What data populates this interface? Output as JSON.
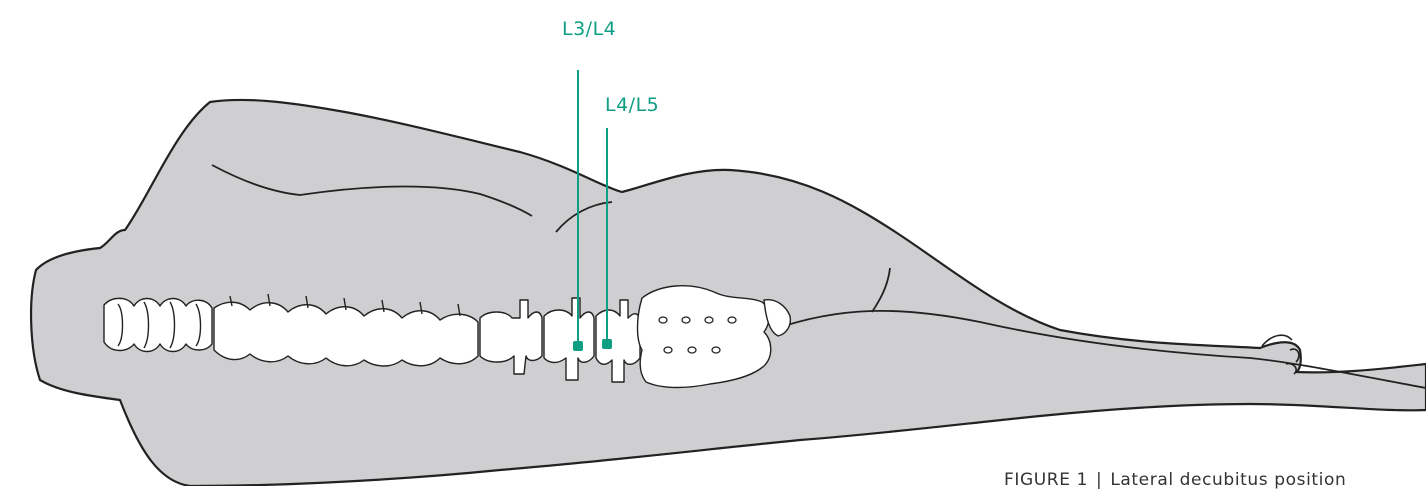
{
  "colors": {
    "body_fill": "#cfcfd1",
    "outline": "#222222",
    "bone_fill": "#ffffff",
    "accent": "#0e9e84",
    "caption_text": "#333333"
  },
  "markers": {
    "l3l4": {
      "label": "L3/L4"
    },
    "l4l5": {
      "label": "L4/L5"
    }
  },
  "caption": {
    "figure_label": "FIGURE 1",
    "separator": "|",
    "text": "Lateral decubitus position"
  }
}
